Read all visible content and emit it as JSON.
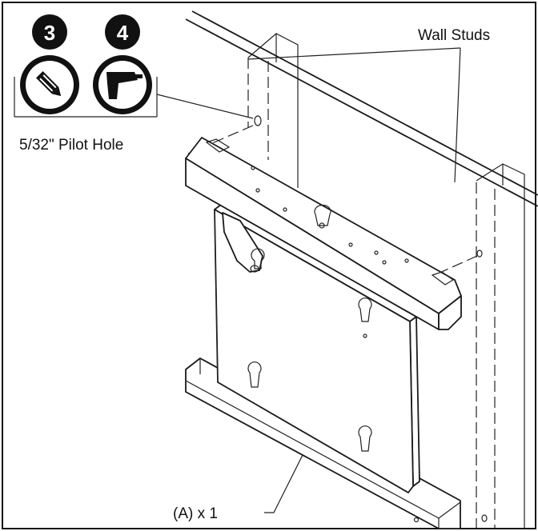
{
  "step_icons": [
    {
      "number": "3",
      "icon": "pencil-icon"
    },
    {
      "number": "4",
      "icon": "drill-icon"
    }
  ],
  "labels": {
    "wall_studs": "Wall Studs",
    "pilot_hole": "5/32\" Pilot Hole",
    "part_a": "(A) x 1"
  }
}
